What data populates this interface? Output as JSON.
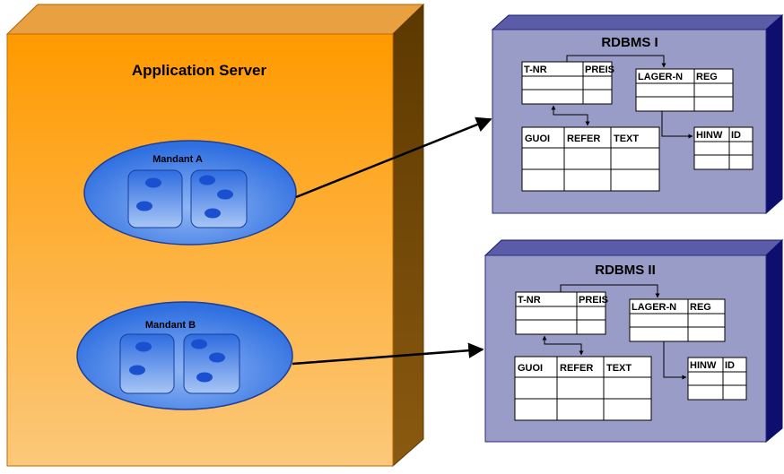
{
  "app_server": {
    "title": "Application Server"
  },
  "mandants": [
    {
      "label": "Mandant A"
    },
    {
      "label": "Mandant B"
    }
  ],
  "rdbms": [
    {
      "title": "RDBMS I",
      "tables": {
        "tnr_preis": {
          "headers": [
            "T-NR",
            "PREIS"
          ]
        },
        "lager_reg": {
          "headers": [
            "LAGER-N",
            "REG"
          ]
        },
        "guoi_refer_text": {
          "headers": [
            "GUOI",
            "REFER",
            "TEXT"
          ]
        },
        "hinw_id": {
          "headers": [
            "HINW",
            "ID"
          ]
        }
      }
    },
    {
      "title": "RDBMS II",
      "tables": {
        "tnr_preis": {
          "headers": [
            "T-NR",
            "PREIS"
          ]
        },
        "lager_reg": {
          "headers": [
            "LAGER-N",
            "REG"
          ]
        },
        "guoi_refer_text": {
          "headers": [
            "GUOI",
            "REFER",
            "TEXT"
          ]
        },
        "hinw_id": {
          "headers": [
            "HINW",
            "ID"
          ]
        }
      }
    }
  ],
  "colors": {
    "server_top": "#FF9A00",
    "server_bottom": "#FCC87A",
    "server_side": "#7A4B00",
    "server_edge": "#C06A00",
    "mandant_fill": "#2F6FE0",
    "mandant_light": "#8FB6F5",
    "dot": "#1A4FD0",
    "db_front": "#9A9CC8",
    "db_side": "#0E0E6E",
    "table_border": "#000000"
  }
}
